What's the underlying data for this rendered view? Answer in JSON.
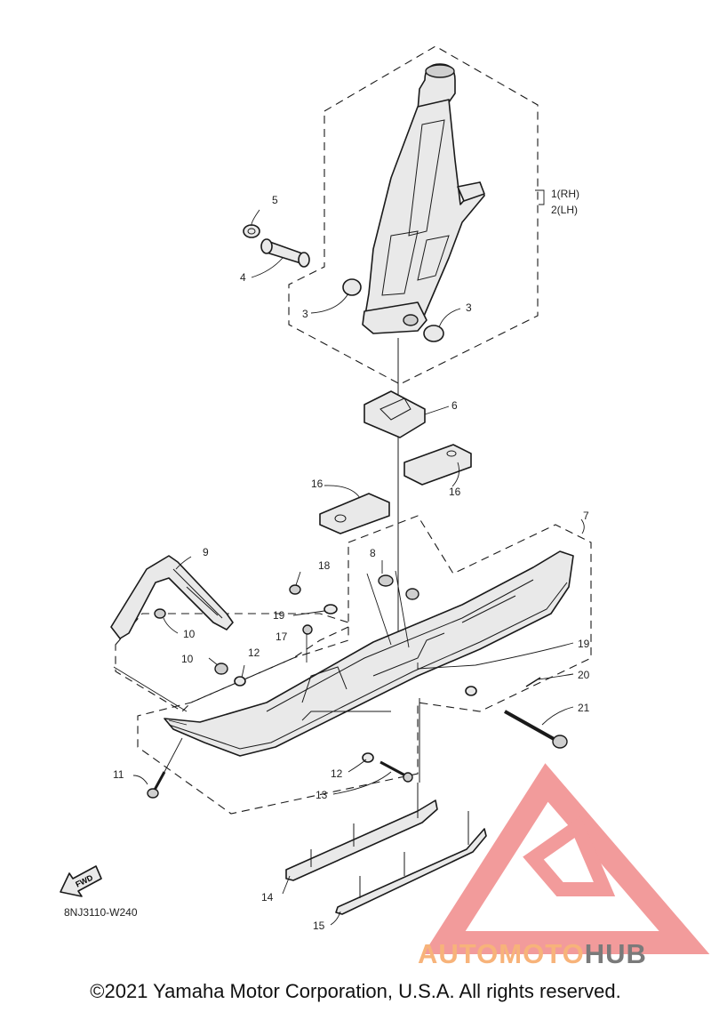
{
  "diagram": {
    "code": "8NJ3110-W240",
    "fwd_label": "FWD",
    "callouts": [
      {
        "id": "c1",
        "text": "1(RH)"
      },
      {
        "id": "c2",
        "text": "2(LH)"
      },
      {
        "id": "c3a",
        "text": "3"
      },
      {
        "id": "c3b",
        "text": "3"
      },
      {
        "id": "c4",
        "text": "4"
      },
      {
        "id": "c5",
        "text": "5"
      },
      {
        "id": "c6",
        "text": "6"
      },
      {
        "id": "c7",
        "text": "7"
      },
      {
        "id": "c8",
        "text": "8"
      },
      {
        "id": "c9",
        "text": "9"
      },
      {
        "id": "c10a",
        "text": "10"
      },
      {
        "id": "c10b",
        "text": "10"
      },
      {
        "id": "c11",
        "text": "11"
      },
      {
        "id": "c12a",
        "text": "12"
      },
      {
        "id": "c12b",
        "text": "12"
      },
      {
        "id": "c13",
        "text": "13"
      },
      {
        "id": "c14",
        "text": "14"
      },
      {
        "id": "c15",
        "text": "15"
      },
      {
        "id": "c16a",
        "text": "16"
      },
      {
        "id": "c16b",
        "text": "16"
      },
      {
        "id": "c17",
        "text": "17"
      },
      {
        "id": "c18",
        "text": "18"
      },
      {
        "id": "c19a",
        "text": "19"
      },
      {
        "id": "c19b",
        "text": "19"
      },
      {
        "id": "c20",
        "text": "20"
      },
      {
        "id": "c21",
        "text": "21"
      }
    ]
  },
  "watermark": {
    "part1": "AUTOMOTO",
    "part2": "HUB",
    "color1": "#f7b37a",
    "color2": "#7a7a7a",
    "mark_color": "#f08a8a"
  },
  "copyright": "©2021 Yamaha Motor Corporation, U.S.A. All rights reserved."
}
